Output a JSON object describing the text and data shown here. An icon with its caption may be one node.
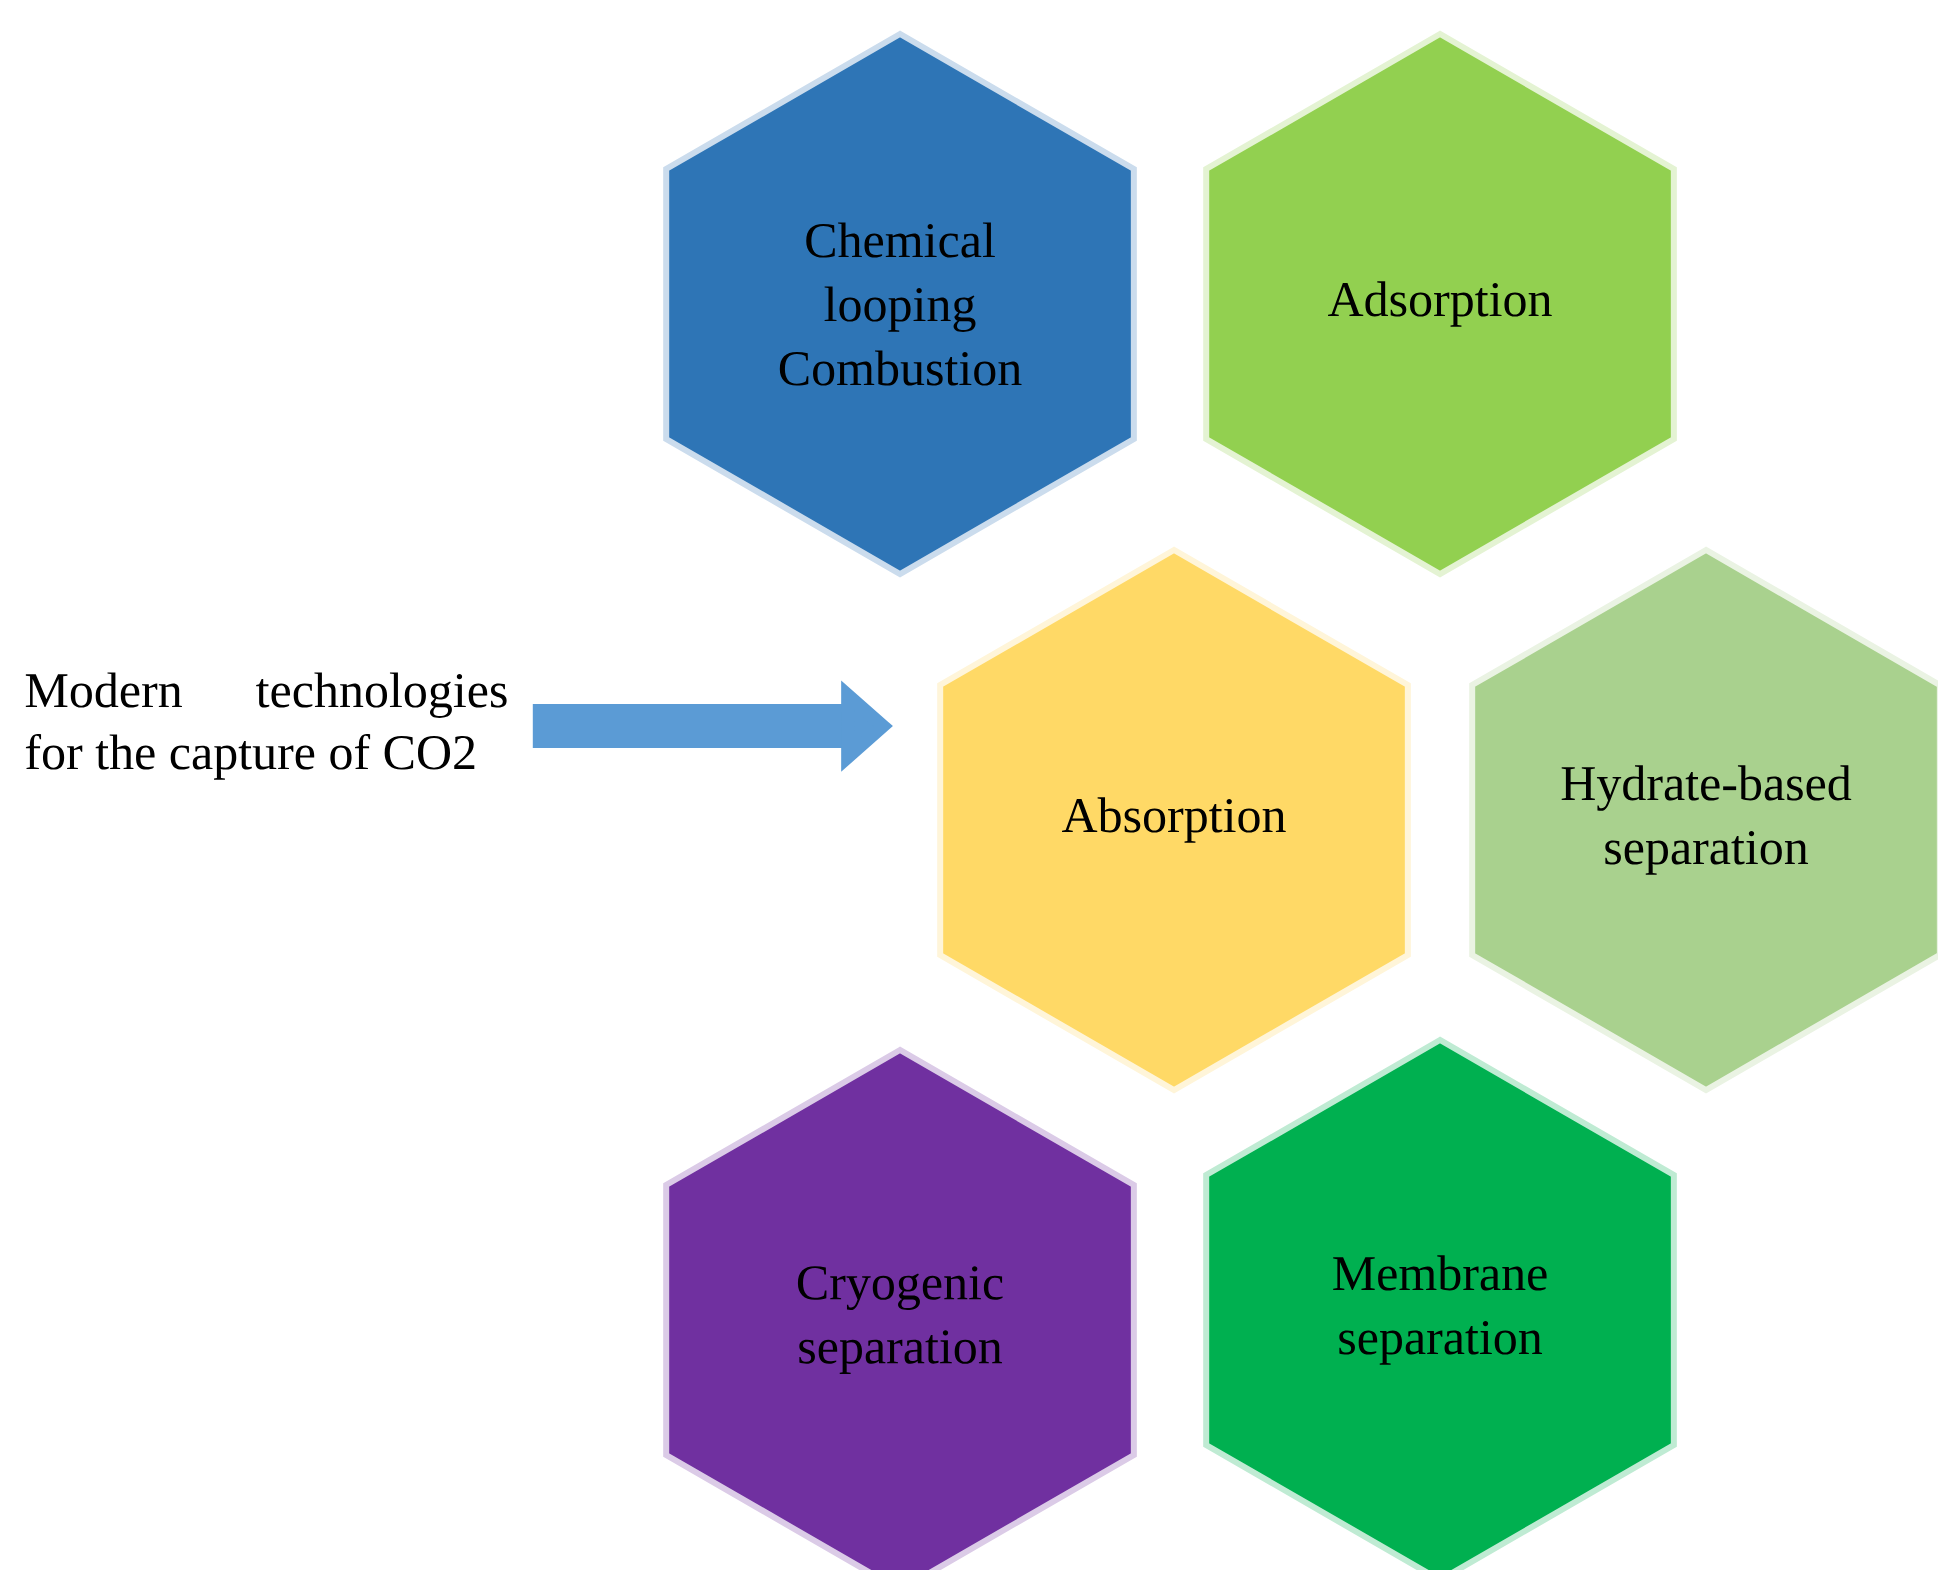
{
  "diagram": {
    "nodes": [
      {
        "text": [
          "Modern technologies for the capture of CO2"
        ]
      },
      {
        "text": [
          "Chemical looping Combustion"
        ]
      },
      {
        "text": [
          "Adsorption"
        ]
      },
      {
        "text": [
          "Absorption"
        ]
      },
      {
        "text": [
          "Hydrate-based separation"
        ]
      },
      {
        "text": [
          "Cryogenic separation"
        ]
      },
      {
        "text": [
          "Membrane separation"
        ]
      }
    ],
    "edges": [
      {
        "from": 0,
        "to": 3,
        "arrow": "to"
      }
    ]
  }
}
